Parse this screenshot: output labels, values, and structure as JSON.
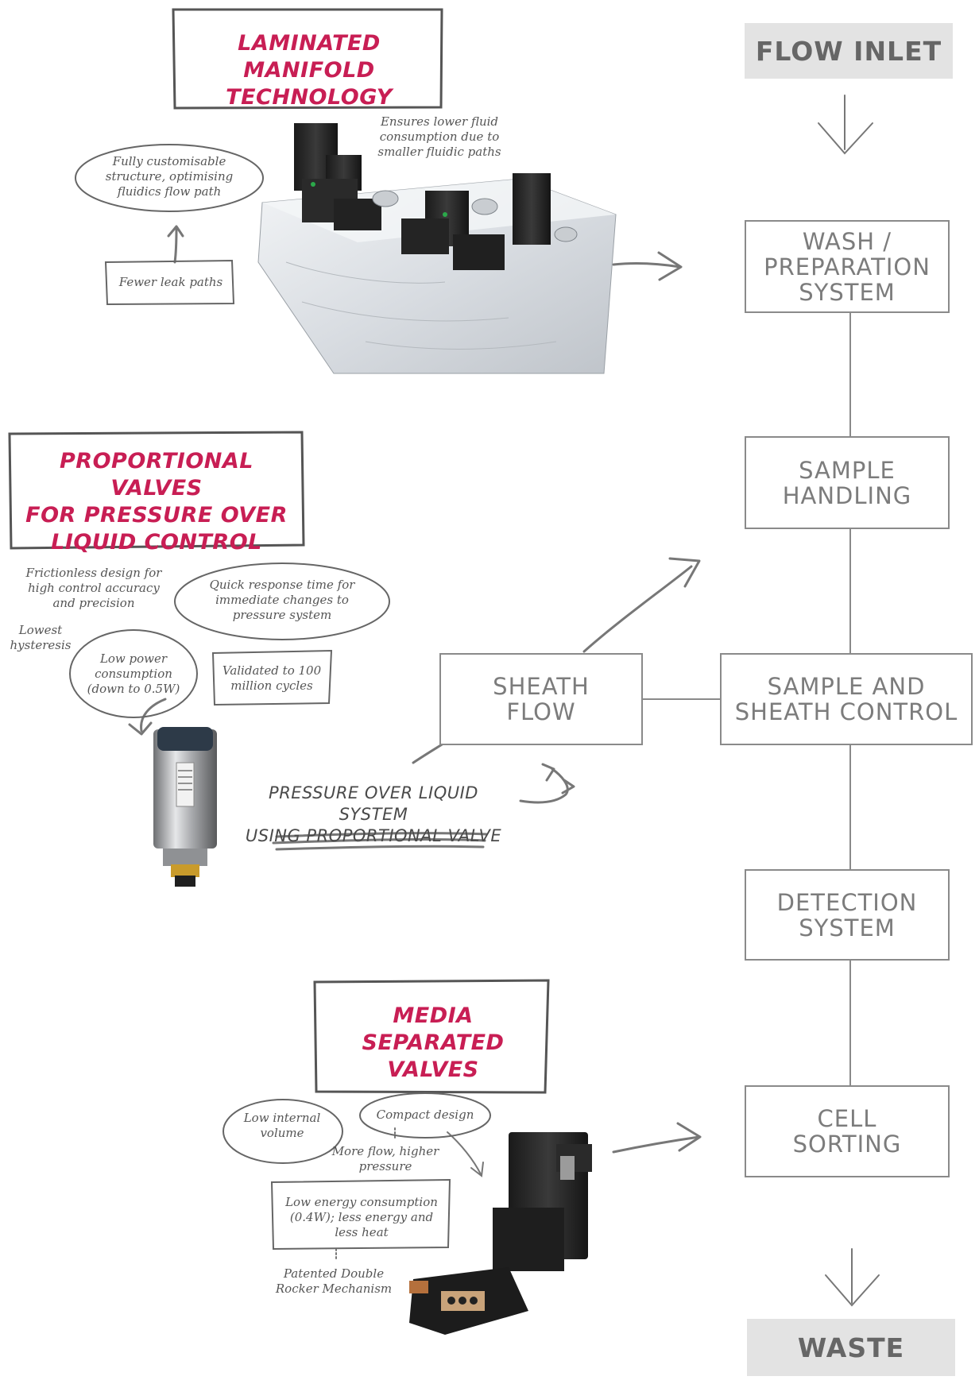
{
  "flow": {
    "inlet": "FLOW INLET",
    "wash": [
      "WASH /",
      "PREPARATION",
      "SYSTEM"
    ],
    "sample_handling": [
      "SAMPLE",
      "HANDLING"
    ],
    "sheath_flow": [
      "SHEATH",
      "FLOW"
    ],
    "sample_sheath_control": [
      "SAMPLE AND",
      "SHEATH CONTROL"
    ],
    "detection": [
      "DETECTION",
      "SYSTEM"
    ],
    "cell_sorting": [
      "CELL",
      "SORTING"
    ],
    "waste": "WASTE"
  },
  "manifold": {
    "title": [
      "LAMINATED MANIFOLD",
      "TECHNOLOGY"
    ],
    "note_fluid": [
      "Ensures lower fluid",
      "consumption due to",
      "smaller fluidic paths"
    ],
    "note_custom": [
      "Fully customisable",
      "structure, optimising",
      "fluidics flow path"
    ],
    "note_leak": "Fewer leak paths"
  },
  "proportional": {
    "title": [
      "PROPORTIONAL VALVES",
      "FOR PRESSURE OVER",
      "LIQUID CONTROL"
    ],
    "note_frictionless": [
      "Frictionless design for",
      "high control accuracy",
      "and precision"
    ],
    "note_quick": [
      "Quick response time for",
      "immediate changes to",
      "pressure system"
    ],
    "note_hysteresis": [
      "Lowest",
      "hysteresis"
    ],
    "note_power": [
      "Low power",
      "consumption",
      "(down to 0.5W)"
    ],
    "note_validated": [
      "Validated to 100",
      "million cycles"
    ],
    "caption": [
      "PRESSURE OVER LIQUID SYSTEM",
      "USING PROPORTIONAL VALVE"
    ]
  },
  "media": {
    "title": [
      "MEDIA SEPARATED",
      "VALVES"
    ],
    "note_internal": [
      "Low internal",
      "volume"
    ],
    "note_compact": "Compact design",
    "note_flow": [
      "More flow, higher",
      "pressure"
    ],
    "note_energy": [
      "Low energy consumption",
      "(0.4W); less energy and",
      "less heat"
    ],
    "note_rocker": [
      "Patented Double",
      "Rocker Mechanism"
    ]
  },
  "colors": {
    "accent": "#c81e54",
    "line": "#8a8a8a",
    "terminal_bg": "#e3e3e3"
  },
  "icons": [
    "manifold-product-image",
    "proportional-valve-image",
    "media-separated-valve-image"
  ]
}
